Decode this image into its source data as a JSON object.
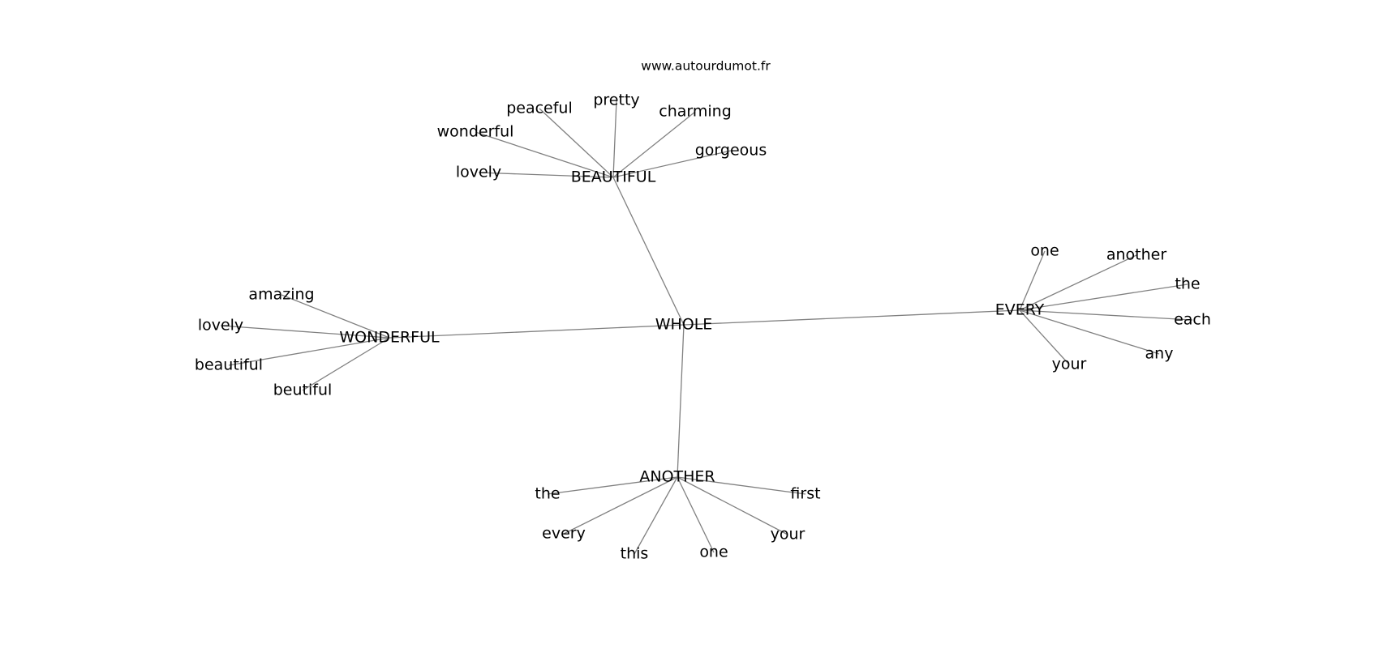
{
  "source": "www.autourdumot.fr",
  "center": {
    "id": "whole",
    "label": "WHOLE"
  },
  "hubs": [
    {
      "id": "beautiful",
      "label": "BEAUTIFUL",
      "neighbors": [
        {
          "id": "lovely",
          "label": "lovely"
        },
        {
          "id": "wonderful",
          "label": "wonderful"
        },
        {
          "id": "peaceful",
          "label": "peaceful"
        },
        {
          "id": "pretty",
          "label": "pretty"
        },
        {
          "id": "charming",
          "label": "charming"
        },
        {
          "id": "gorgeous",
          "label": "gorgeous"
        }
      ]
    },
    {
      "id": "wonderful",
      "label": "WONDERFUL",
      "neighbors": [
        {
          "id": "amazing",
          "label": "amazing"
        },
        {
          "id": "lovely",
          "label": "lovely"
        },
        {
          "id": "beautiful",
          "label": "beautiful"
        },
        {
          "id": "beutiful",
          "label": "beutiful"
        }
      ]
    },
    {
      "id": "every",
      "label": "EVERY",
      "neighbors": [
        {
          "id": "one",
          "label": "one"
        },
        {
          "id": "another",
          "label": "another"
        },
        {
          "id": "the",
          "label": "the"
        },
        {
          "id": "each",
          "label": "each"
        },
        {
          "id": "any",
          "label": "any"
        },
        {
          "id": "your",
          "label": "your"
        }
      ]
    },
    {
      "id": "another",
      "label": "ANOTHER",
      "neighbors": [
        {
          "id": "the",
          "label": "the"
        },
        {
          "id": "every",
          "label": "every"
        },
        {
          "id": "this",
          "label": "this"
        },
        {
          "id": "one",
          "label": "one"
        },
        {
          "id": "your",
          "label": "your"
        },
        {
          "id": "first",
          "label": "first"
        }
      ]
    }
  ]
}
